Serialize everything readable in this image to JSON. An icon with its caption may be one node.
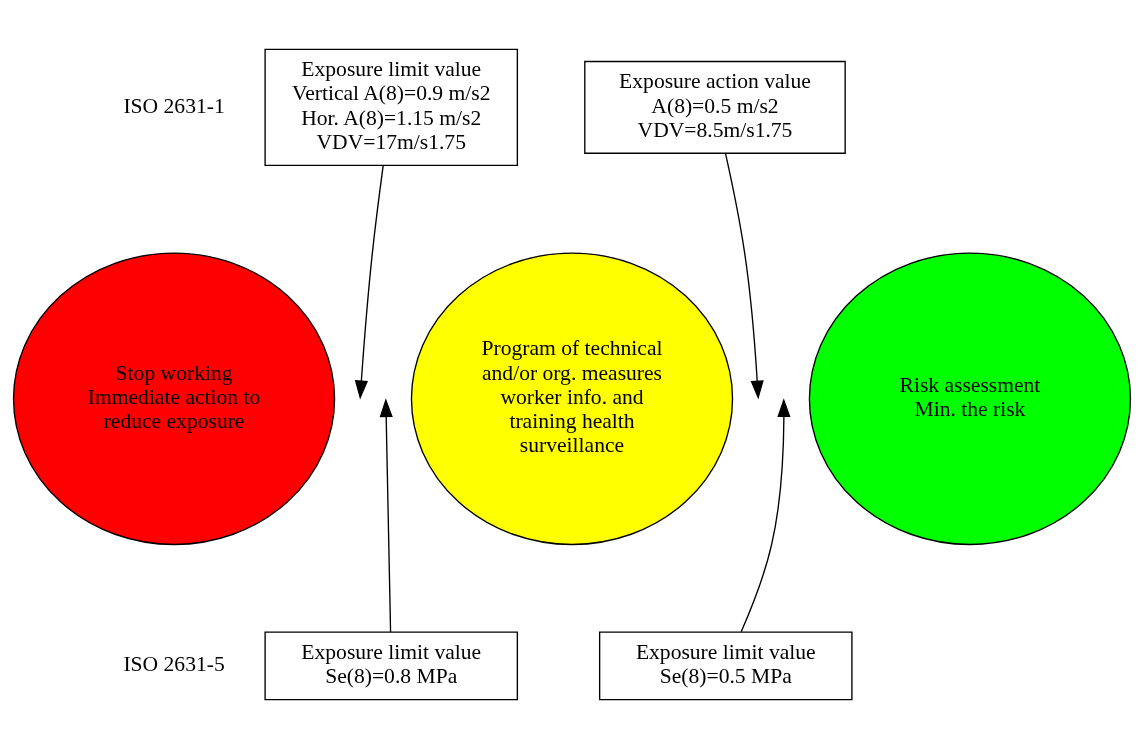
{
  "diagram": {
    "nodes": [
      {
        "text": [
          "Exposure limit value",
          "Vertical A(8)=0.9 m/s2",
          "Hor. A(8)=1.15 m/s2",
          "VDV=17m/s1.75"
        ]
      },
      {
        "text": [
          "Exposure action value",
          "A(8)=0.5 m/s2",
          "VDV=8.5m/s1.75"
        ]
      },
      {
        "text": [
          "Stop working",
          "Immediate action to reduce exposure"
        ]
      },
      {
        "text": [
          "Program of technical and/or org. measures worker info. and training health surveillance"
        ]
      },
      {
        "text": [
          "Risk assessment",
          "Min. the risk"
        ]
      },
      {
        "text": [
          "Exposure limit value",
          "Se(8)=0.8 MPa"
        ]
      },
      {
        "text": [
          "Exposure limit value",
          "Se(8)=0.5 MPa"
        ]
      }
    ],
    "edges": [
      {
        "from": 0,
        "to": null,
        "arrow": "to"
      },
      {
        "from": 1,
        "to": null,
        "arrow": "to"
      },
      {
        "from": 5,
        "to": null,
        "arrow": "to"
      },
      {
        "from": 6,
        "to": null,
        "arrow": "to"
      }
    ],
    "labels": [
      "ISO 2631-1",
      "ISO 2631-5"
    ]
  }
}
